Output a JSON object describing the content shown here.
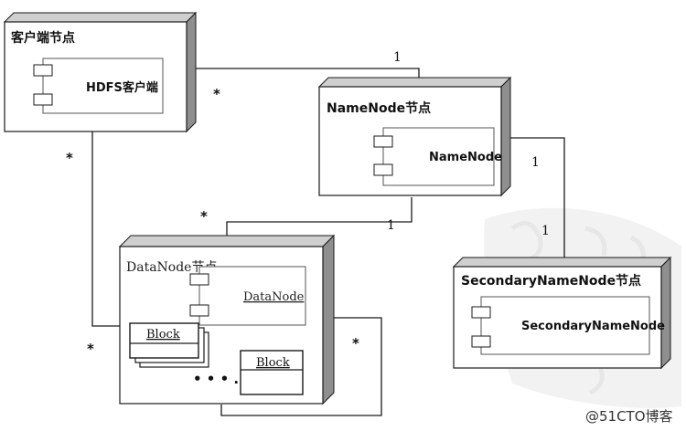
{
  "nodes": {
    "client": {
      "title": "客户端节点",
      "component": "HDFS客户端"
    },
    "namenode": {
      "title": "NameNode节点",
      "component": "NameNode"
    },
    "datanode": {
      "title": "DataNode节点",
      "component": "DataNode"
    },
    "secondary": {
      "title": "SecondaryNameNode节点",
      "component": "SecondaryNameNode"
    }
  },
  "blocks": {
    "label_a": "Block",
    "label_b": "Block",
    "ellipsis": "• • • ."
  },
  "multiplicities": {
    "client_namenode_client": "*",
    "client_namenode_namenode": "1",
    "client_datanode_client": "*",
    "client_datanode_datanode": "*",
    "namenode_datanode_datanode": "*",
    "namenode_datanode_namenode": "1",
    "namenode_secondary_namenode": "1",
    "namenode_secondary_secondary": "1",
    "datanode_self": "*"
  },
  "watermark": {
    "text": "@51CTO博客"
  },
  "colors": {
    "box_shade": "#8c8c8c",
    "box_top": "#c8c8c8",
    "line": "#1a1a1a",
    "watermark_bg": "#e6e6e6"
  }
}
